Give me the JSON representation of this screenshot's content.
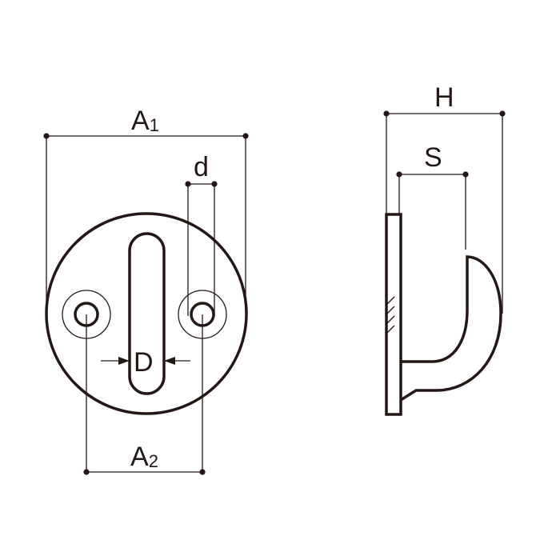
{
  "labels": {
    "a1_main": "A",
    "a1_sub": "1",
    "a2_main": "A",
    "a2_sub": "2",
    "d_small": "d",
    "d_large": "D",
    "h": "H",
    "s": "S"
  },
  "colors": {
    "line": "#231815",
    "background": "#ffffff"
  }
}
